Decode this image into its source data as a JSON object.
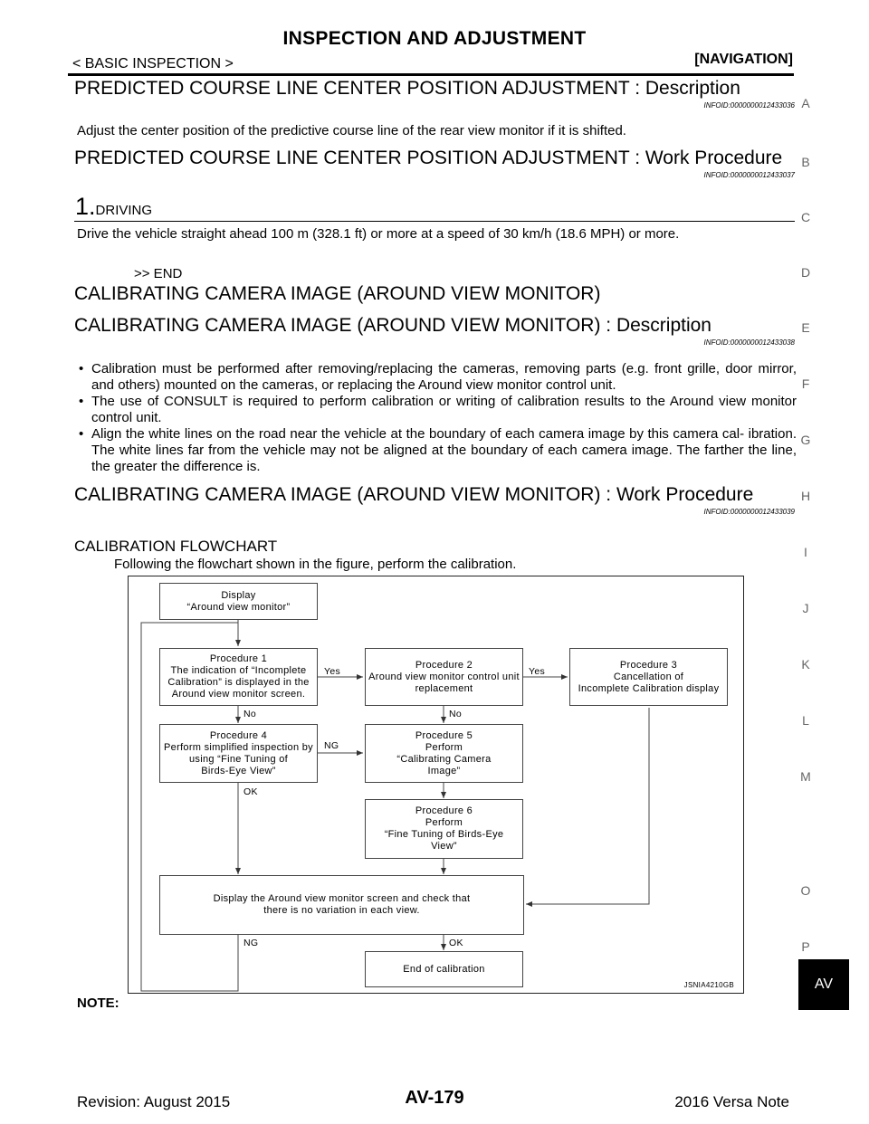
{
  "header": {
    "title": "INSPECTION AND ADJUSTMENT",
    "breadcrumb": "< BASIC INSPECTION >",
    "section": "[NAVIGATION]"
  },
  "sections": {
    "pred_desc_title": "PREDICTED COURSE LINE CENTER POSITION ADJUSTMENT : Description",
    "pred_desc_infoid": "INFOID:0000000012433036",
    "pred_desc_text": "Adjust the center position of the predictive course line of the rear view monitor if it is shifted.",
    "pred_work_title": "PREDICTED COURSE LINE CENTER POSITION ADJUSTMENT : Work Procedure",
    "pred_work_infoid": "INFOID:0000000012433037",
    "step1_num": "1.",
    "step1_label": "DRIVING",
    "step1_text": "Drive the vehicle straight ahead 100 m (328.1 ft) or more at a speed of 30 km/h (18.6 MPH) or more.",
    "step1_end": ">> END",
    "calib_title": "CALIBRATING CAMERA IMAGE (AROUND VIEW MONITOR)",
    "calib_desc_title": "CALIBRATING CAMERA IMAGE (AROUND VIEW MONITOR) : Description",
    "calib_desc_infoid": "INFOID:0000000012433038",
    "bullets": [
      "Calibration must be performed after removing/replacing the cameras, removing parts (e.g. front grille, door mirror, and others) mounted on the cameras, or replacing the Around view monitor control unit.",
      "The use of CONSULT is required to perform calibration or writing of calibration results to the Around view monitor control unit.",
      "Align the white lines on the road near the vehicle at the boundary of each camera image by this camera cal- ibration. The white lines far from the vehicle may not be aligned at the boundary of each camera image. The farther the line, the greater the difference is."
    ],
    "bullet_mark": "•",
    "calib_work_title": "CALIBRATING CAMERA IMAGE (AROUND VIEW MONITOR) : Work Procedure",
    "calib_work_infoid": "INFOID:0000000012433039",
    "flowchart_heading": "CALIBRATION FLOWCHART",
    "flowchart_intro": "Following the flowchart shown in the figure, perform the calibration.",
    "note": "NOTE:"
  },
  "flowchart": {
    "display": [
      "Display",
      "“Around view monitor”"
    ],
    "p1": [
      "Procedure 1",
      "The indication of “Incomplete",
      "Calibration” is displayed in the",
      "Around view monitor screen."
    ],
    "p2": [
      "Procedure 2",
      "Around view monitor control unit",
      "replacement"
    ],
    "p3": [
      "Procedure 3",
      "Cancellation of",
      "Incomplete Calibration display"
    ],
    "p4": [
      "Procedure 4",
      "Perform simplified inspection by",
      "using “Fine Tuning of",
      "Birds-Eye View”"
    ],
    "p5": [
      "Procedure 5",
      "Perform",
      "“Calibrating Camera",
      "Image”"
    ],
    "p6": [
      "Procedure 6",
      "Perform",
      "“Fine Tuning of  Birds-Eye",
      "View”"
    ],
    "check": [
      "Display the Around view monitor screen and check that",
      "there is no variation in each view."
    ],
    "end": [
      "End of calibration"
    ],
    "yes1": "Yes",
    "yes2": "Yes",
    "no1": "No",
    "no2": "No",
    "ng1": "NG",
    "ok1": "OK",
    "ng2": "NG",
    "ok2": "OK",
    "figure_id": "JSNIA4210GB"
  },
  "side_index": [
    "A",
    "B",
    "C",
    "D",
    "E",
    "F",
    "G",
    "H",
    "I",
    "J",
    "K",
    "L",
    "M",
    "AV",
    "O",
    "P"
  ],
  "footer": {
    "revision": "Revision: August 2015",
    "page": "AV-179",
    "model": "2016 Versa Note"
  }
}
